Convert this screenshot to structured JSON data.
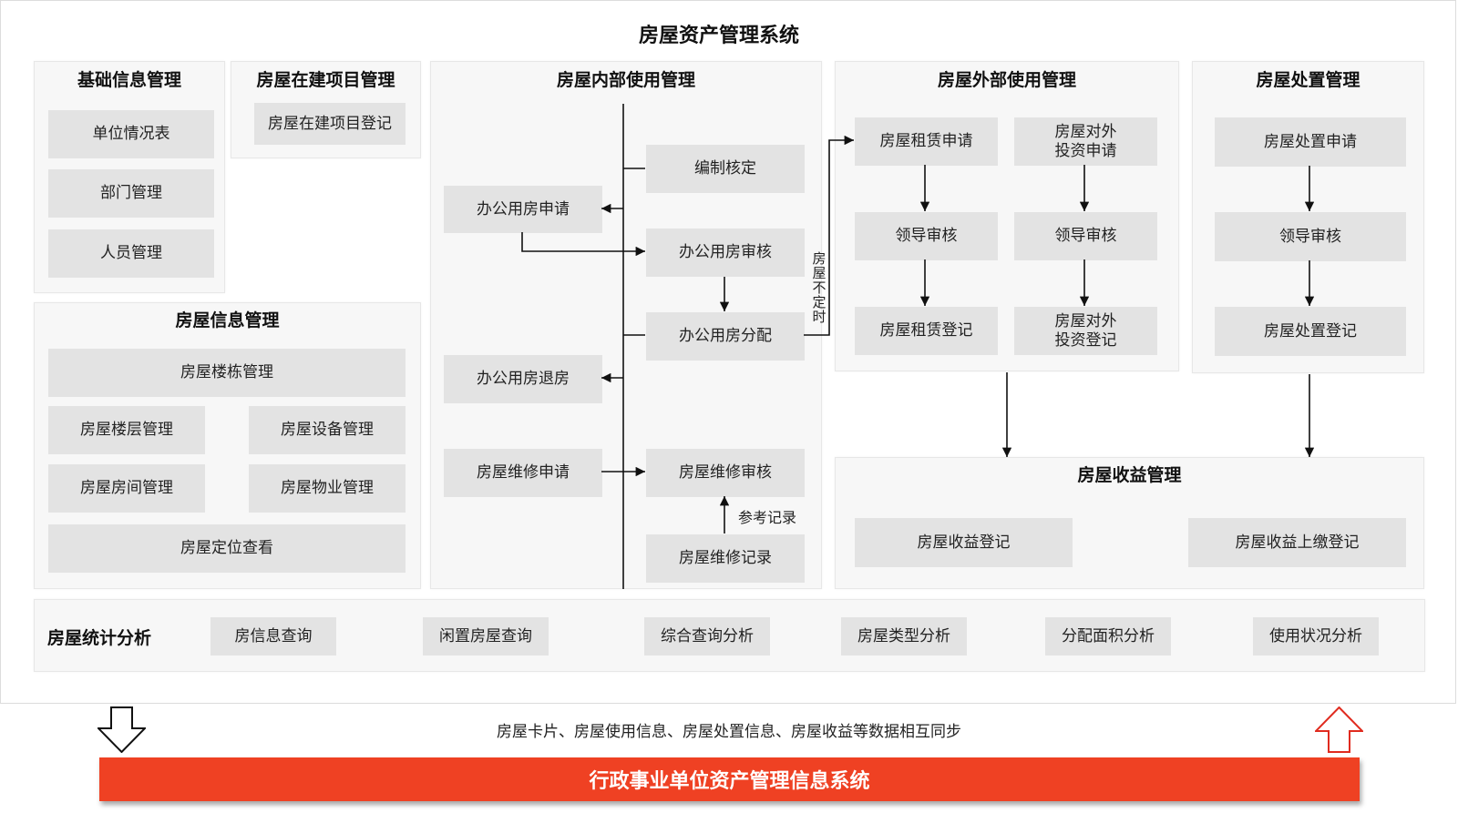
{
  "title": "房屋资产管理系统",
  "basic_info": {
    "title": "基础信息管理",
    "items": [
      "单位情况表",
      "部门管理",
      "人员管理"
    ]
  },
  "construction": {
    "title": "房屋在建项目管理",
    "items": [
      "房屋在建项目登记"
    ]
  },
  "house_info": {
    "title": "房屋信息管理",
    "items": [
      "房屋楼栋管理",
      "房屋楼层管理",
      "房屋设备管理",
      "房屋房间管理",
      "房屋物业管理",
      "房屋定位查看"
    ]
  },
  "internal_use": {
    "title": "房屋内部使用管理",
    "staffing_check": "编制核定",
    "office_apply": "办公用房申请",
    "office_review": "办公用房审核",
    "office_allocate": "办公用房分配",
    "office_return": "办公用房退房",
    "repair_apply": "房屋维修申请",
    "repair_review": "房屋维修审核",
    "repair_record": "房屋维修记录",
    "ref_label": "参考记录",
    "irregular_label": "房屋不定时"
  },
  "external_use": {
    "title": "房屋外部使用管理",
    "lease_apply": "房屋租赁申请",
    "invest_apply": "房屋对外\n投资申请",
    "lease_review": "领导审核",
    "invest_review": "领导审核",
    "lease_register": "房屋租赁登记",
    "invest_register": "房屋对外\n投资登记"
  },
  "disposal": {
    "title": "房屋处置管理",
    "apply": "房屋处置申请",
    "review": "领导审核",
    "register": "房屋处置登记"
  },
  "income": {
    "title": "房屋收益管理",
    "register": "房屋收益登记",
    "remit_register": "房屋收益上缴登记"
  },
  "statistics": {
    "title": "房屋统计分析",
    "items": [
      "房信息查询",
      "闲置房屋查询",
      "综合查询分析",
      "房屋类型分析",
      "分配面积分析",
      "使用状况分析"
    ]
  },
  "sync_note": "房屋卡片、房屋使用信息、房屋处置信息、房屋收益等数据相互同步",
  "target_system": "行政事业单位资产管理信息系统",
  "icons": {
    "sync_down": "hollow-down-arrow-icon",
    "sync_up": "hollow-up-arrow-icon"
  },
  "colors": {
    "accent_red": "#ef4123",
    "up_arrow_outline": "#e02b1f",
    "panel_bg": "#f7f7f7",
    "item_bg": "#e3e3e3",
    "text": "#222222"
  }
}
